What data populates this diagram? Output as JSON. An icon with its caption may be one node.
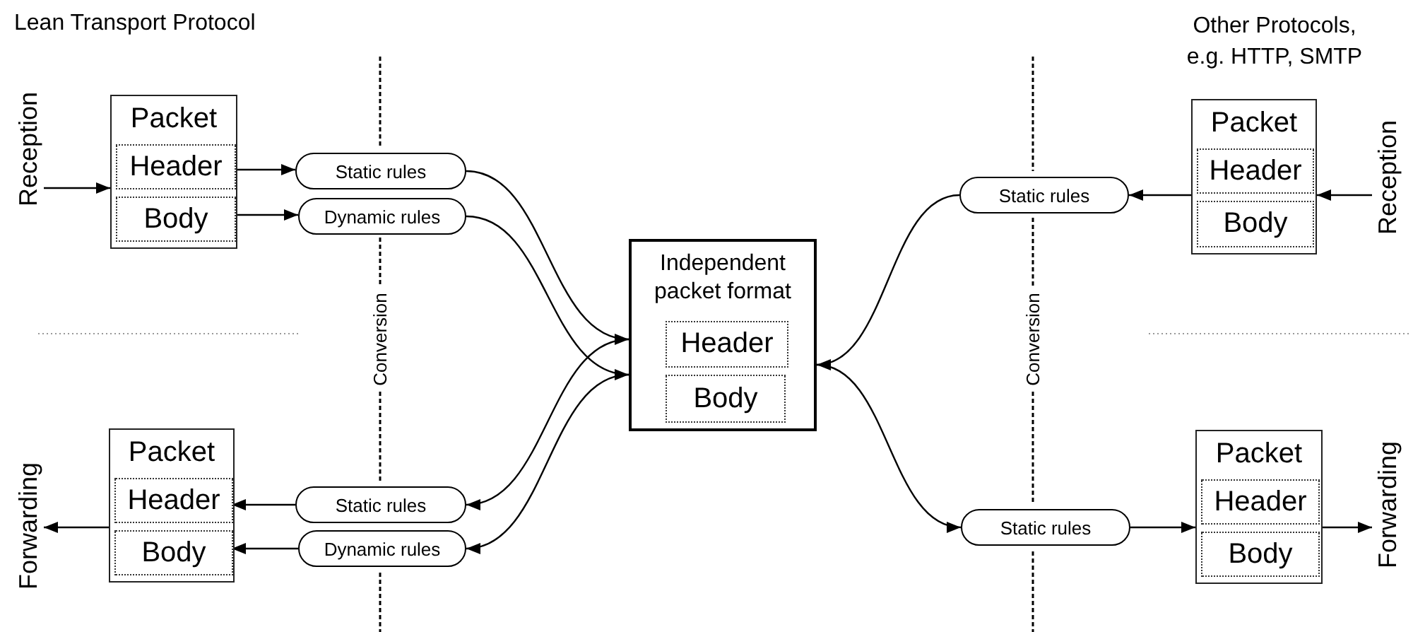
{
  "diagram": {
    "nodes": [
      {
        "text": [
          "Packet"
        ]
      },
      {
        "text": [
          "Header"
        ],
        "in": 0
      },
      {
        "text": [
          "Body"
        ],
        "in": 0
      },
      {
        "text": [
          "Static rules"
        ]
      },
      {
        "text": [
          "Dynamic rules"
        ]
      },
      {
        "text": [
          "Independent packet format"
        ]
      },
      {
        "text": [
          "Header"
        ],
        "in": 5
      },
      {
        "text": [
          "Body"
        ],
        "in": 5
      },
      {
        "text": [
          "Packet"
        ]
      },
      {
        "text": [
          "Header"
        ],
        "in": 8
      },
      {
        "text": [
          "Body"
        ],
        "in": 8
      },
      {
        "text": [
          "Static rules"
        ]
      },
      {
        "text": [
          "Packet"
        ]
      },
      {
        "text": [
          "Header"
        ],
        "in": 12
      },
      {
        "text": [
          "Body"
        ],
        "in": 12
      },
      {
        "text": [
          "Static rules"
        ]
      },
      {
        "text": [
          "Dynamic rules"
        ]
      },
      {
        "text": [
          "Static rules"
        ]
      },
      {
        "text": [
          "Packet"
        ]
      },
      {
        "text": [
          "Header"
        ],
        "in": 18
      },
      {
        "text": [
          "Body"
        ],
        "in": 18
      },
      {
        "text": [
          "Reception"
        ]
      },
      {
        "text": [
          "Forwarding"
        ]
      },
      {
        "text": [
          "Reception"
        ]
      },
      {
        "text": [
          "Forwarding"
        ]
      }
    ],
    "edges": [
      {
        "from": 21,
        "to": 0,
        "arrow": "to"
      },
      {
        "from": 1,
        "to": 3,
        "arrow": "to"
      },
      {
        "from": 2,
        "to": 4,
        "arrow": "to"
      },
      {
        "from": 3,
        "to": 5,
        "arrow": "to"
      },
      {
        "from": 4,
        "to": 5,
        "arrow": "to"
      },
      {
        "from": 5,
        "to": 15,
        "arrow": "to"
      },
      {
        "from": 5,
        "to": 16,
        "arrow": "to"
      },
      {
        "from": 15,
        "to": 13,
        "arrow": "to"
      },
      {
        "from": 16,
        "to": 14,
        "arrow": "to"
      },
      {
        "from": 12,
        "to": 22,
        "arrow": "to"
      },
      {
        "from": 23,
        "to": 8,
        "arrow": "to"
      },
      {
        "from": 8,
        "to": 11,
        "arrow": "to"
      },
      {
        "from": 11,
        "to": 5,
        "arrow": "to"
      },
      {
        "from": 5,
        "to": 17,
        "arrow": "to"
      },
      {
        "from": 17,
        "to": 18,
        "arrow": "to"
      },
      {
        "from": 18,
        "to": 24,
        "arrow": "to"
      }
    ],
    "labels": [
      "Lean Transport Protocol",
      "Other Protocols, e.g. HTTP, SMTP",
      "Conversion",
      "Conversion"
    ]
  }
}
